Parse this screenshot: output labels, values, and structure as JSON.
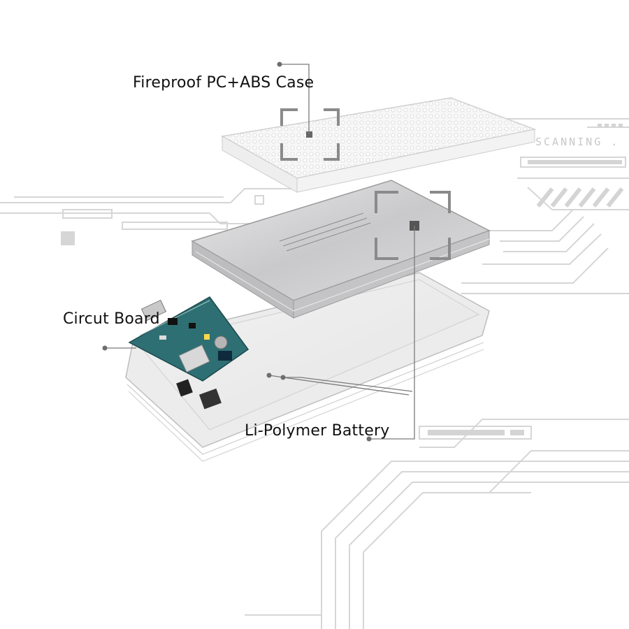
{
  "labels": {
    "case": "Fireproof PC+ABS Case",
    "board": "Circut Board",
    "battery": "Li-Polymer Battery"
  },
  "hud": {
    "scanning": "SCANNING ."
  },
  "colors": {
    "background": "#ffffff",
    "circuit_lines": "#d4d4d4",
    "leader_lines": "#8a8a8a",
    "pcb": "#2e6f73",
    "battery_metal": "#cfcfd1"
  }
}
